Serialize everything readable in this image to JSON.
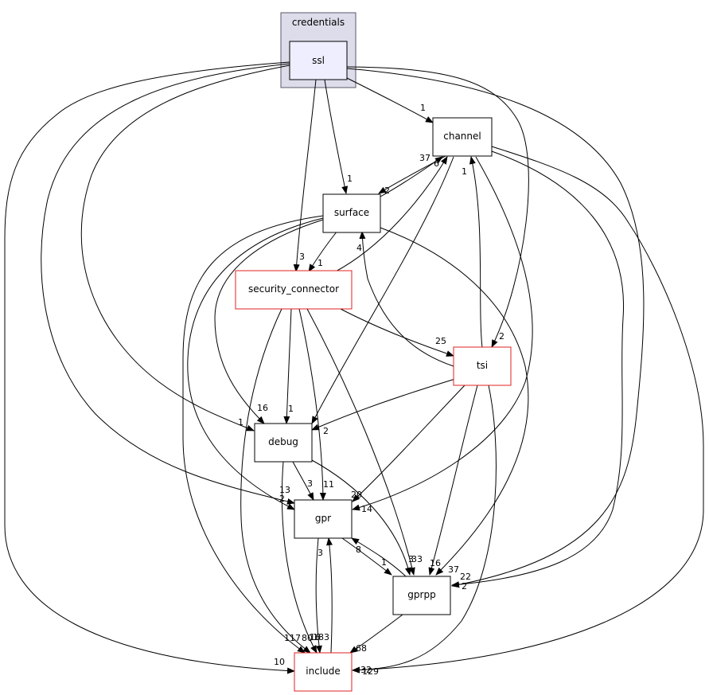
{
  "cluster": {
    "label": "credentials"
  },
  "nodes": {
    "ssl": "ssl",
    "channel": "channel",
    "surface": "surface",
    "security_connector": "security_connector",
    "tsi": "tsi",
    "debug": "debug",
    "gpr": "gpr",
    "gprpp": "gprpp",
    "include": "include"
  },
  "colors": {
    "cluster_fill": "#dcdcea",
    "cluster_border": "#5a5a6b",
    "ssl_fill": "#eeeeff",
    "red_border": "#e02020",
    "black_border": "#000000"
  },
  "edges": {
    "ssl_channel": "1",
    "ssl_surface": "1",
    "ssl_security_connector": "3",
    "ssl_tsi": "2",
    "ssl_debug": "1",
    "ssl_gpr": "2",
    "ssl_include": "10",
    "ssl_gprpp": "2",
    "channel_surface": "2",
    "surface_channel": "37",
    "security_connector_channel": "6",
    "tsi_channel": "1",
    "channel_include": "129",
    "surface_security_connector": "1",
    "tsi_surface": "4",
    "surface_debug": "16",
    "surface_gpr": "13",
    "surface_include": "117",
    "surface_gprpp": "37",
    "security_connector_tsi": "25",
    "security_connector_debug": "1",
    "security_connector_gpr": "11",
    "security_connector_gprpp": "3",
    "security_connector_include": "80",
    "tsi_debug": "2",
    "tsi_gpr": "20",
    "tsi_gprpp": "16",
    "tsi_include": "32",
    "debug_gpr": "3",
    "debug_gprpp": "33",
    "debug_include": "16",
    "gpr_gprpp": "1",
    "gprpp_gpr": "8",
    "gpr_include": "3",
    "include_gpr": "183",
    "gprpp_include": "68",
    "channel_gpr": "14",
    "channel_gprpp": "22"
  }
}
